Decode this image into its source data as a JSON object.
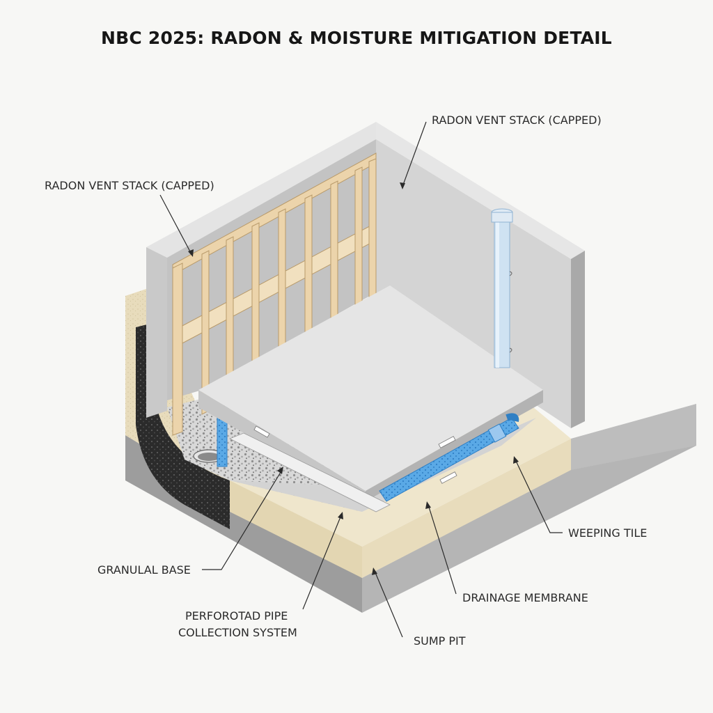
{
  "title": "NBC 2025: RADON & MOISTURE MITIGATION DETAIL",
  "labels": {
    "radon_vent_right": "RADON VENT STACK (CAPPED)",
    "radon_vent_left": "RADON VENT STACK (CAPPED)",
    "weeping_tile": "WEEPING TILE",
    "granular_base": "GRANULAL BASE",
    "perforated_pipe_line1": "PERFOROTAD PIPE",
    "perforated_pipe_line2": "COLLECTION SYSTEM",
    "drainage_membrane": "DRAINAGE MEMBRANE",
    "sump_pit": "SUMP PIT"
  },
  "colors": {
    "concrete_light": "#dadada",
    "concrete_dark": "#9a9a9a",
    "soil": "#e8dcbc",
    "wood": "#ecd4ab",
    "pipe_blue": "#5aa9e6",
    "membrane_dark": "#2b2b2b"
  }
}
